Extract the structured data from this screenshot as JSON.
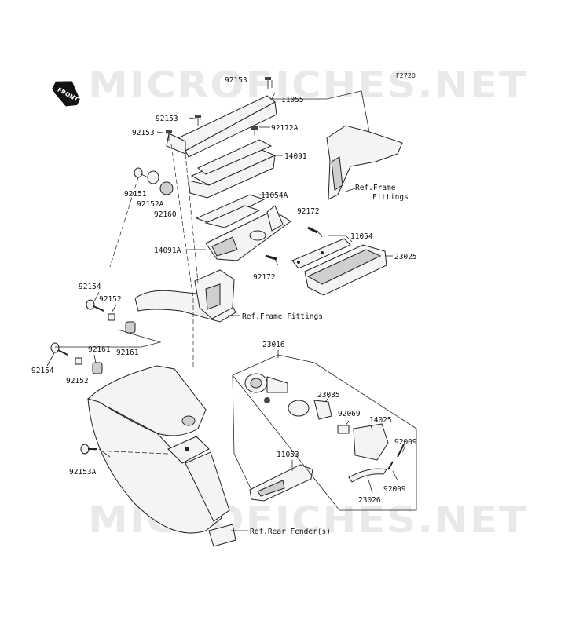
{
  "diagram": {
    "code": "F2720",
    "watermark": "MICROFICHES.NET",
    "front_label": "FRONT",
    "labels": {
      "p92153_top": "92153",
      "p11055": "11055",
      "p92153_a": "92153",
      "p92153_b": "92153",
      "p92172A": "92172A",
      "p14091": "14091",
      "p92151": "92151",
      "p92152A": "92152A",
      "p92160": "92160",
      "p11054A": "11054A",
      "p92172_a": "92172",
      "p11054": "11054",
      "p14091A": "14091A",
      "p23025": "23025",
      "p92172_b": "92172",
      "p92154_a": "92154",
      "p92152_a": "92152",
      "p92161_a": "92161",
      "p92161_b": "92161",
      "p92154_b": "92154",
      "p92152_b": "92152",
      "p23016": "23016",
      "p23035": "23035",
      "p92069": "92069",
      "p14025": "14025",
      "p92009_a": "92009",
      "p92009_b": "92009",
      "p11053": "11053",
      "p23026": "23026",
      "p92153A": "92153A",
      "ref_frame_1a": "Ref.Frame",
      "ref_frame_1b": "Fittings",
      "ref_frame_2": "Ref.Frame Fittings",
      "ref_fender": "Ref.Rear Fender(s)"
    }
  }
}
